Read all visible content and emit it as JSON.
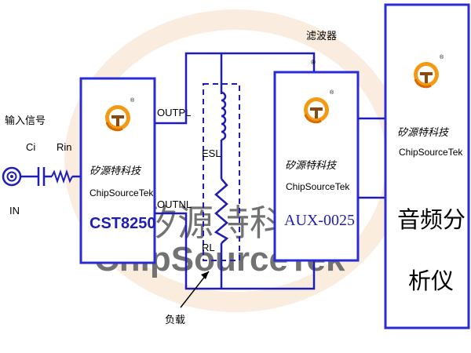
{
  "labels": {
    "input_signal": "输入信号",
    "ci": "Ci",
    "rin": "Rin",
    "in": "IN",
    "outpl": "OUTPL",
    "outnl": "OUTNL",
    "esl": "ESL",
    "rl": "RL",
    "load": "负载",
    "filter": "滤波器",
    "registered": "®"
  },
  "blocks": {
    "chip": {
      "brand_cn": "矽源特科技",
      "brand_en": "ChipSourceTek",
      "model": "CST8250"
    },
    "aux": {
      "brand_cn": "矽源特科技",
      "brand_en": "ChipSourceTek",
      "model": "AUX-0025"
    },
    "analyzer": {
      "brand_cn": "矽源特科技",
      "brand_en": "ChipSourceTek",
      "title_line1": "音频分",
      "title_line2": "析仪"
    }
  },
  "watermark": {
    "cn": "矽源特科技",
    "en": "ChipSourceTek"
  },
  "colors": {
    "wire": "#1e1eb4",
    "box": "#2b2bd6",
    "logo_orange": "#f39a12",
    "logo_brown": "#8a4a12",
    "watermark": "#f3d6b4"
  },
  "icons": {
    "input_jack": "coax-connector-icon",
    "capacitor": "capacitor-symbol",
    "resistor": "resistor-symbol",
    "inductor": "inductor-symbol",
    "brand_logo": "chipsourcetek-logo-icon"
  }
}
